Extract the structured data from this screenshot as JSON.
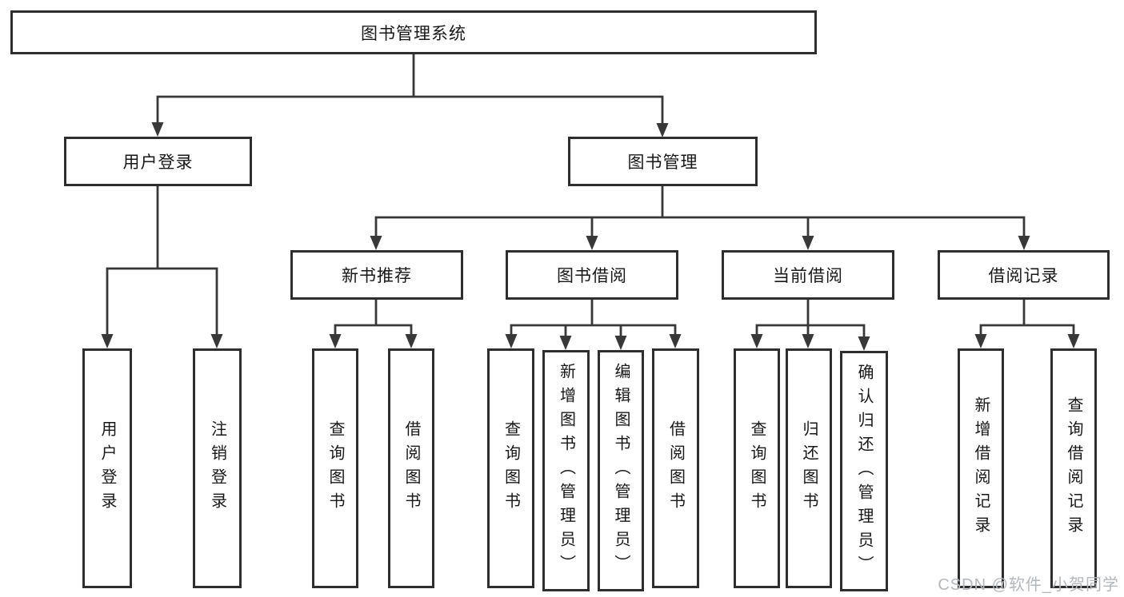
{
  "diagram": {
    "tree": {
      "label": "图书管理系统",
      "children": [
        {
          "label": "用户登录",
          "children": [
            {
              "label": "用户登录"
            },
            {
              "label": "注销登录"
            }
          ]
        },
        {
          "label": "图书管理",
          "children": [
            {
              "label": "新书推荐",
              "children": [
                {
                  "label": "查询图书"
                },
                {
                  "label": "借阅图书"
                }
              ]
            },
            {
              "label": "图书借阅",
              "children": [
                {
                  "label": "查询图书"
                },
                {
                  "label": "新增图书（管理员）"
                },
                {
                  "label": "编辑图书（管理员）"
                },
                {
                  "label": "借阅图书"
                }
              ]
            },
            {
              "label": "当前借阅",
              "children": [
                {
                  "label": "查询图书"
                },
                {
                  "label": "归还图书"
                },
                {
                  "label": "确认归还（管理员）"
                }
              ]
            },
            {
              "label": "借阅记录",
              "children": [
                {
                  "label": "新增借阅记录"
                },
                {
                  "label": "查询借阅记录"
                }
              ]
            }
          ]
        }
      ]
    },
    "colors": {
      "line": "#383838",
      "box_border": "#2e2e2e",
      "background": "#ffffff",
      "text": "#171717",
      "watermark": "#b3b8bd"
    }
  },
  "watermark": {
    "text": "CSDN @软件_小贺同学"
  }
}
